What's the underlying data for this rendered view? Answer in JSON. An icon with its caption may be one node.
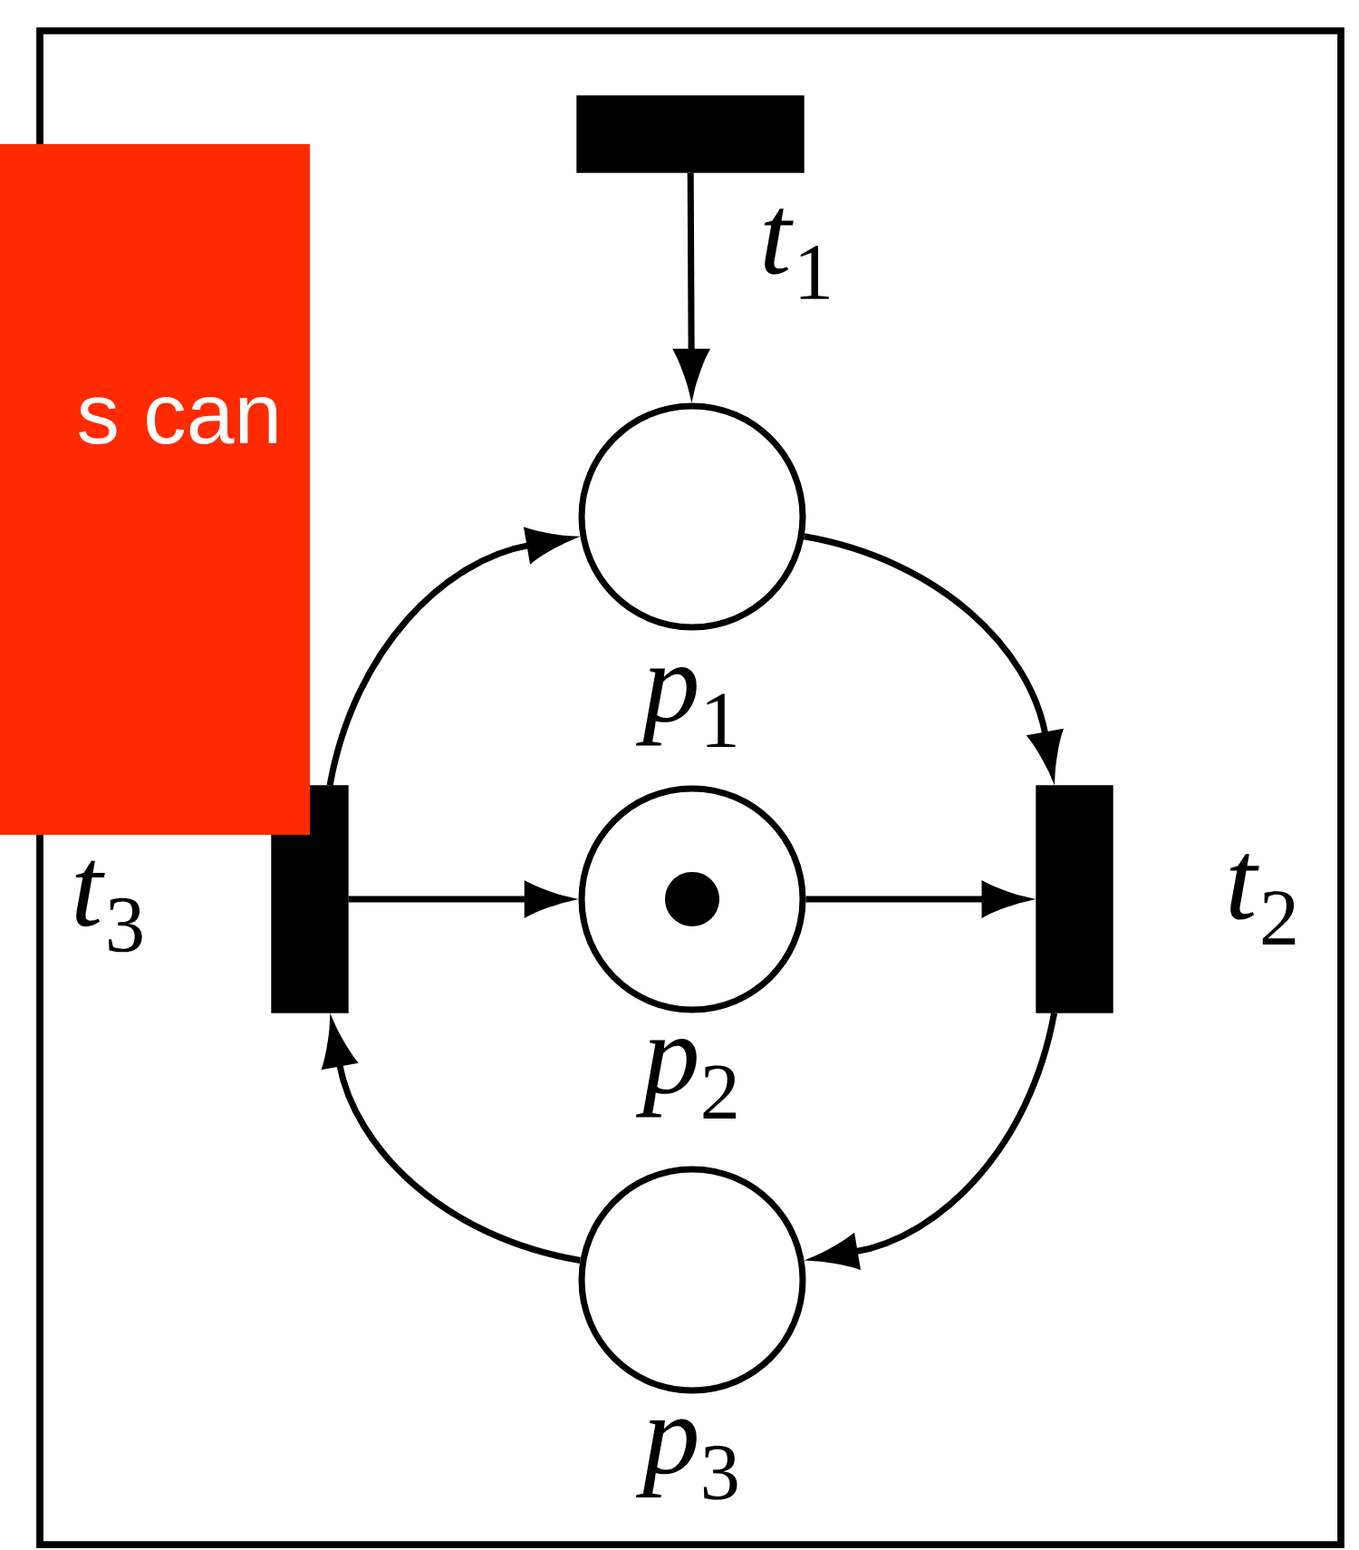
{
  "diagram": {
    "nodes": [
      {
        "text": [],
        "shape": "bar",
        "beside": [
          "*t*$_{1}$"
        ]
      },
      {
        "text": [],
        "shape": "circle",
        "beside": [
          "*p*$_{1}$"
        ]
      },
      {
        "text": [],
        "shape": "bar"
      },
      {
        "text": [],
        "shape": "circle",
        "beside": [
          "*p*$_{2}$"
        ]
      },
      {
        "text": [],
        "shape": "dot",
        "in": 3
      },
      {
        "text": [],
        "shape": "bar",
        "beside": [
          "*t*$_{2}$"
        ]
      },
      {
        "text": [],
        "shape": "circle",
        "beside": [
          "*p*$_{3}$"
        ]
      },
      {
        "text": [
          "s can"
        ]
      }
    ],
    "edges": [
      {
        "from": 0,
        "to": 1,
        "arrow": "to"
      },
      {
        "from": 1,
        "to": 5,
        "arrow": "to"
      },
      {
        "from": 3,
        "to": 5,
        "arrow": "to"
      },
      {
        "from": 2,
        "to": 3,
        "arrow": "to"
      },
      {
        "from": 5,
        "to": 6,
        "arrow": "to"
      },
      {
        "from": 6,
        "to": 2,
        "arrow": "to"
      },
      {
        "from": 2,
        "to": 1,
        "arrow": "to"
      }
    ],
    "labels": [
      "*t*$_{3}$"
    ]
  }
}
